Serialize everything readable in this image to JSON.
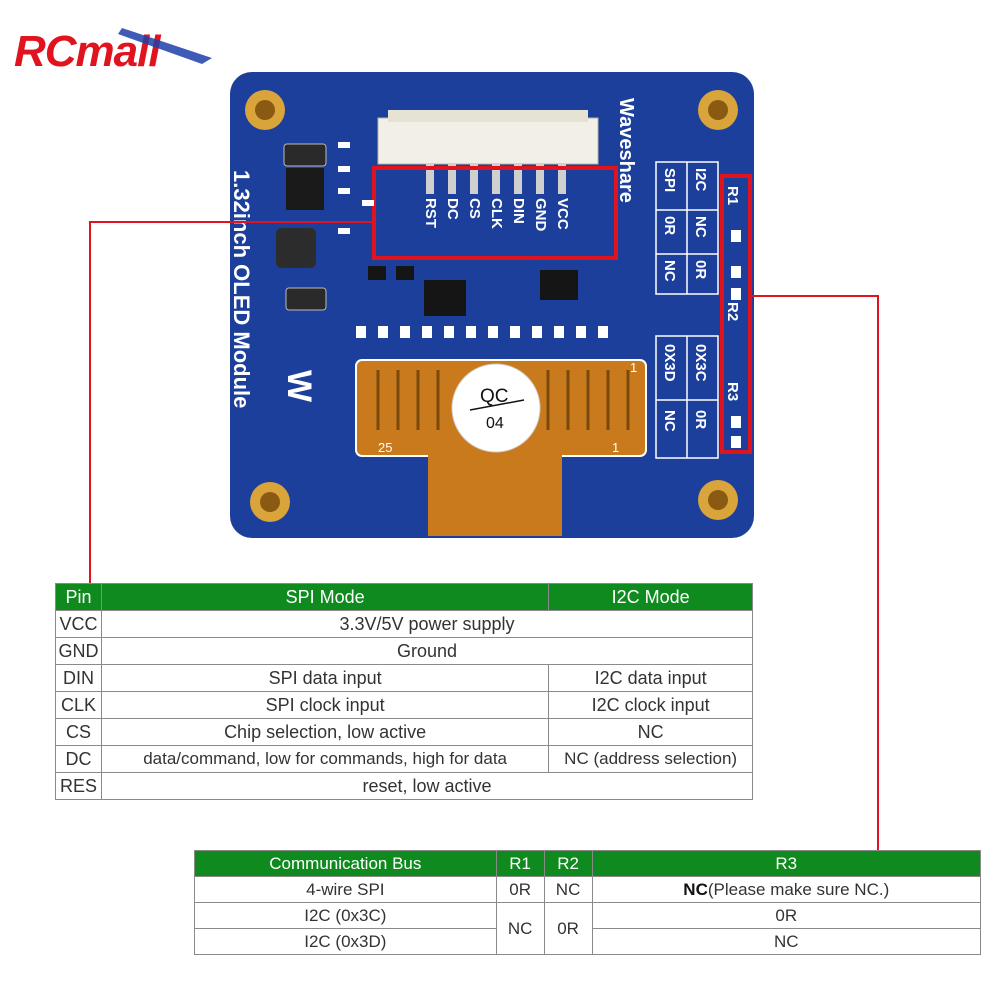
{
  "brand": {
    "logo_text": "RCmall"
  },
  "board": {
    "vendor": "Waveshare",
    "model": "1.32inch OLED Module",
    "pins": [
      "VCC",
      "GND",
      "DIN",
      "CLK",
      "CS",
      "DC",
      "RST"
    ],
    "chip_label": "QC",
    "chip_number": "04",
    "fpc_left": "25",
    "fpc_right": "1",
    "fpc_top": "1",
    "resistor_table": [
      {
        "bus": "SPI",
        "r1": "0R",
        "r2": "NC"
      },
      {
        "bus": "I2C",
        "r1": "NC",
        "r2": "0R"
      }
    ],
    "addr_table": [
      {
        "addr": "0X3D",
        "r3": "NC"
      },
      {
        "addr": "0X3C",
        "r3": "0R"
      }
    ],
    "resistor_labels": [
      "R1",
      "R2",
      "R3"
    ],
    "colors": {
      "pcb": "#1d3f9c",
      "highlight": "#e0141e",
      "header": "#0f8a1e",
      "gold": "#d9a53a"
    }
  },
  "pin_table": {
    "headers": [
      "Pin",
      "SPI Mode",
      "I2C Mode"
    ],
    "rows": [
      {
        "pin": "VCC",
        "spi": "3.3V/5V power supply",
        "i2c": null
      },
      {
        "pin": "GND",
        "spi": "Ground",
        "i2c": null
      },
      {
        "pin": "DIN",
        "spi": "SPI data input",
        "i2c": "I2C data input"
      },
      {
        "pin": "CLK",
        "spi": "SPI clock input",
        "i2c": "I2C clock input"
      },
      {
        "pin": "CS",
        "spi": "Chip selection, low active",
        "i2c": "NC"
      },
      {
        "pin": "DC",
        "spi": "data/command, low for commands, high for data",
        "i2c": "NC (address selection)"
      },
      {
        "pin": "RES",
        "spi": "reset, low active",
        "i2c": null
      }
    ]
  },
  "bus_table": {
    "headers": [
      "Communication Bus",
      "R1",
      "R2",
      "R3"
    ],
    "rows": [
      {
        "bus": "4-wire SPI",
        "r1": "0R",
        "r2": "NC",
        "r3_bold": "NC",
        "r3_rest": "(Please make sure NC.)"
      },
      {
        "bus": "I2C (0x3C)",
        "r1": "NC",
        "r2": "0R",
        "r3": "0R"
      },
      {
        "bus": "I2C (0x3D)",
        "r3": "NC"
      }
    ]
  }
}
